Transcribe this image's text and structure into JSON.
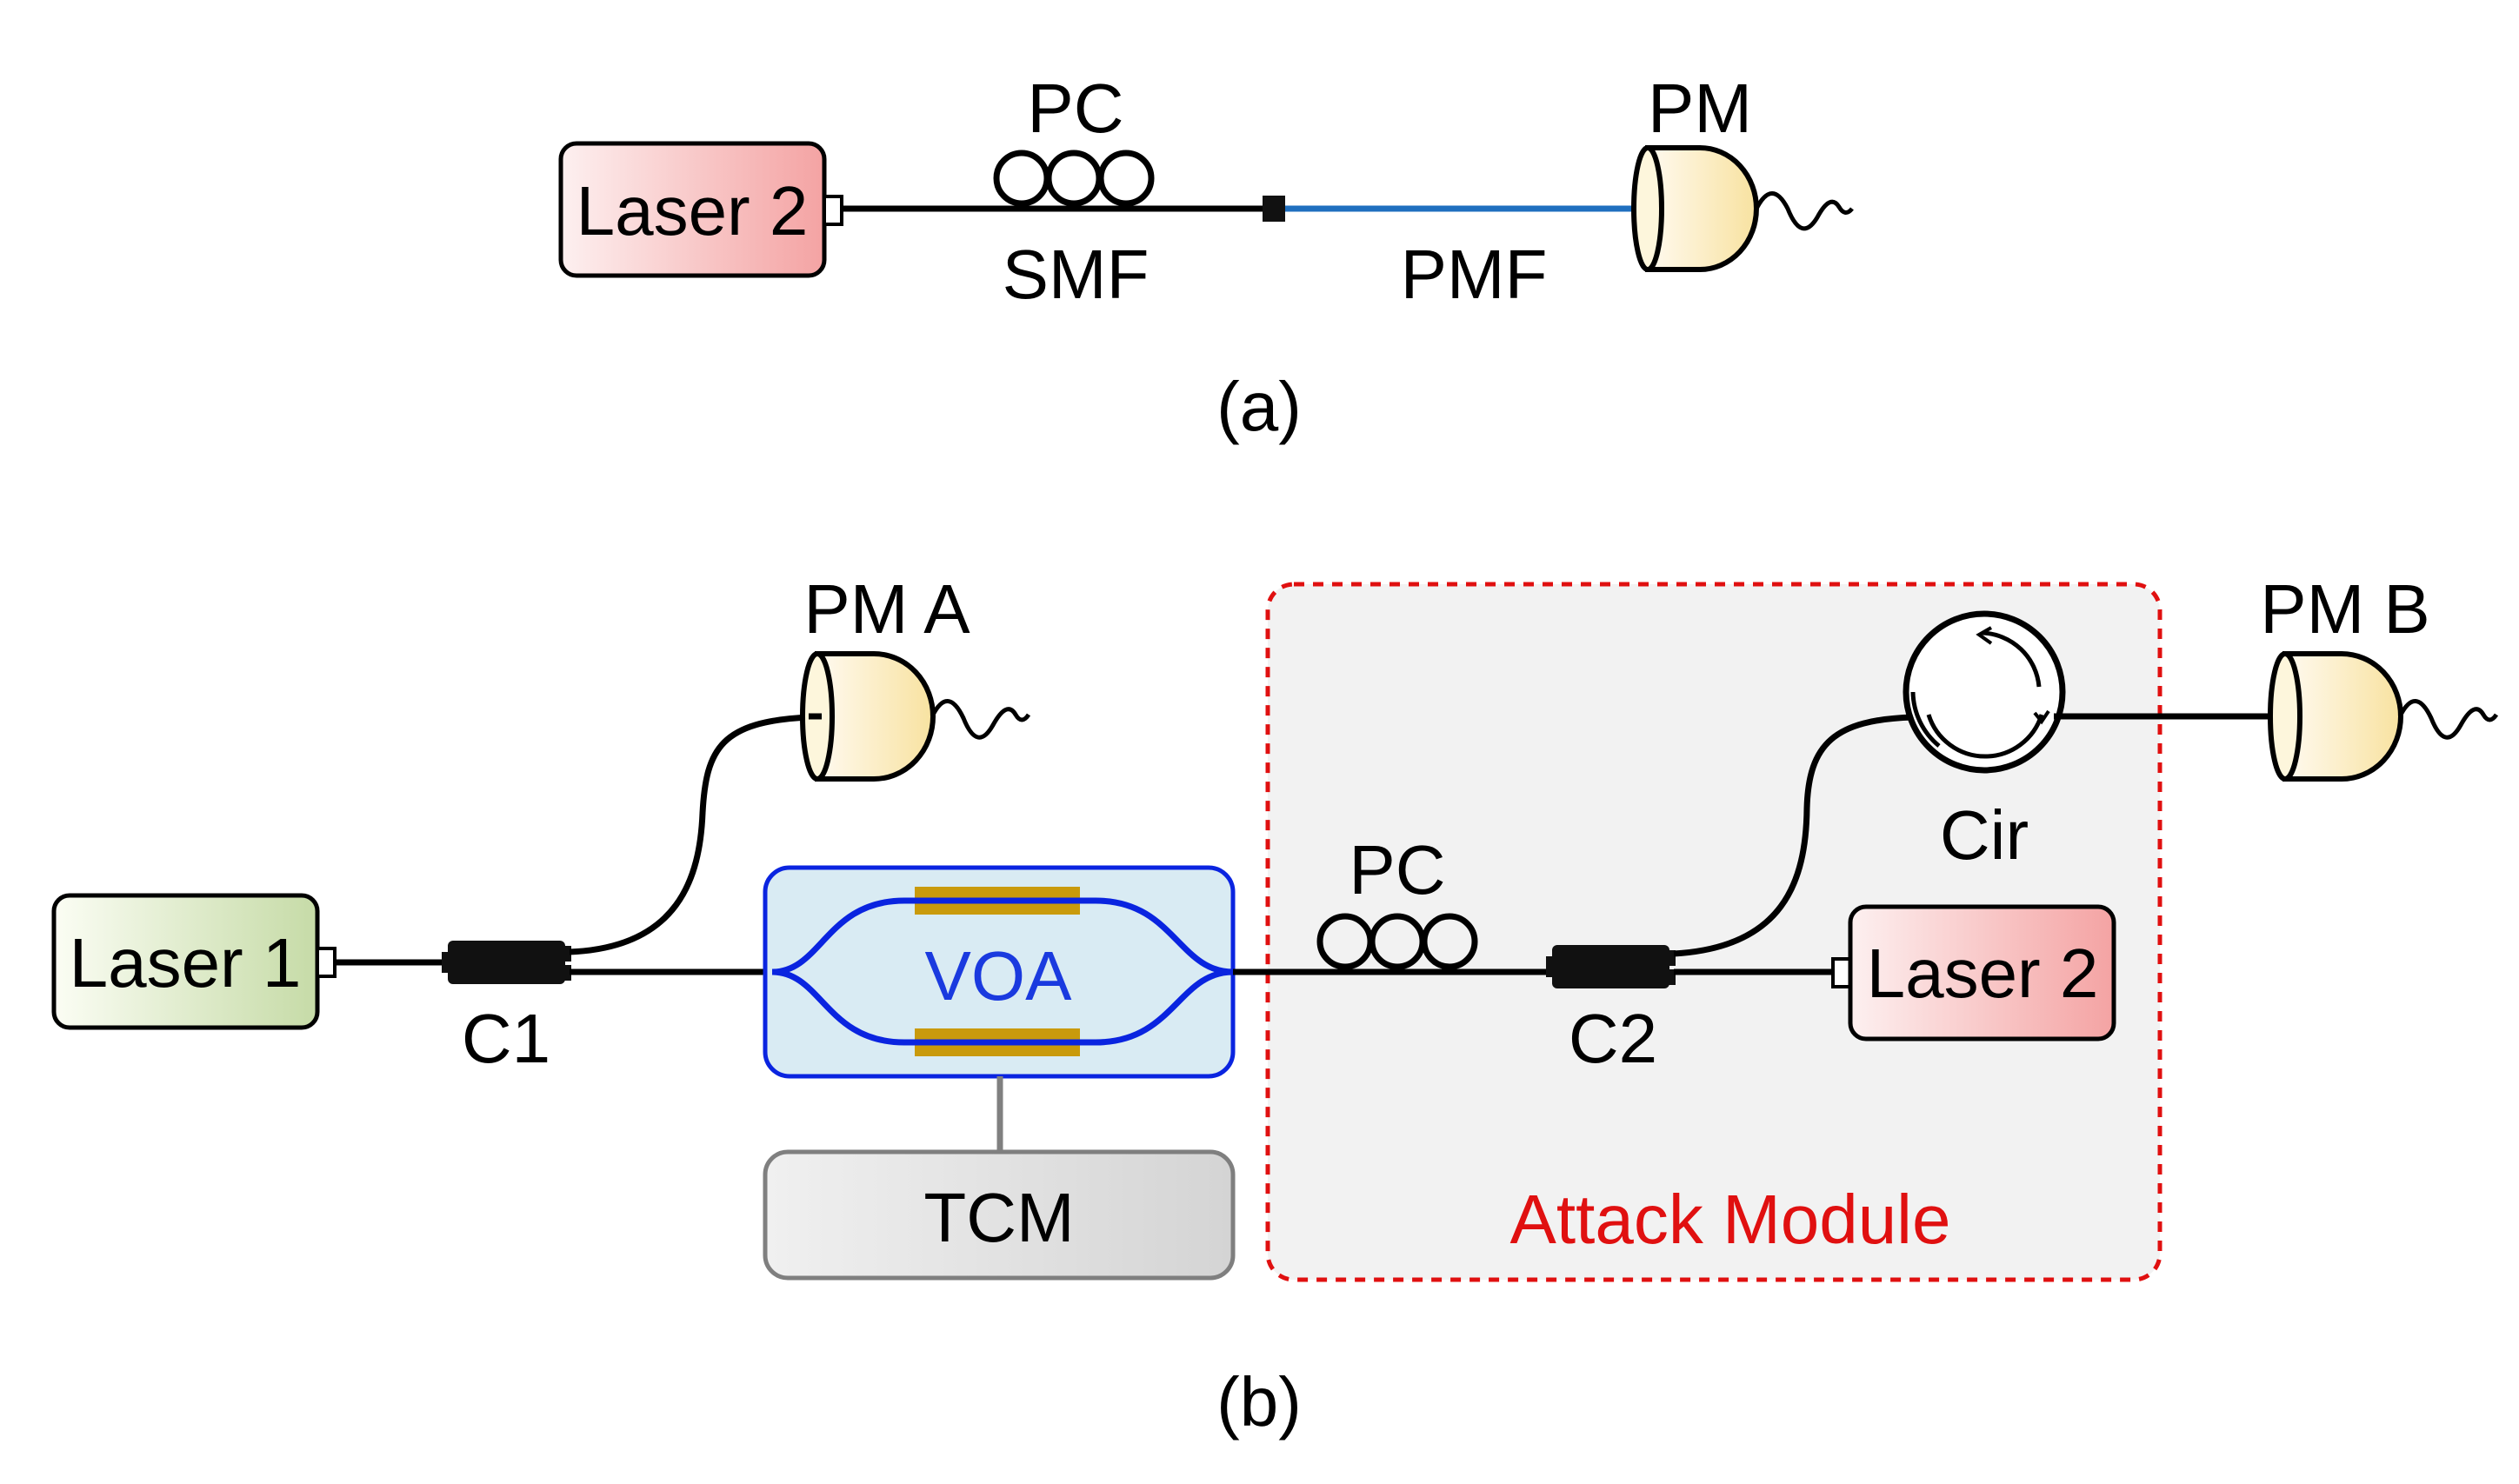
{
  "panel_a": {
    "caption": "(a)",
    "laser_label": "Laser 2",
    "pc_label": "PC",
    "smf_label": "SMF",
    "pmf_label": "PMF",
    "pm_label": "PM"
  },
  "panel_b": {
    "caption": "(b)",
    "laser1_label": "Laser 1",
    "c1_label": "C1",
    "pm_a_label": "PM A",
    "voa_label": "VOA",
    "tcm_label": "TCM",
    "pc_label": "PC",
    "c2_label": "C2",
    "cir_label": "Cir",
    "laser2_label": "Laser 2",
    "pm_b_label": "PM B",
    "attack_module_label": "Attack Module"
  },
  "colors": {
    "fiber": "#000000",
    "pmf_fiber": "#1f6fbf",
    "laser2_fill_start": "#fdf0f0",
    "laser2_fill_end": "#f4a3a3",
    "laser1_fill_start": "#fbfdf4",
    "laser1_fill_end": "#c6dba7",
    "pm_fill": "#fdf1c9",
    "voa_fill": "#d9ebf3",
    "voa_border": "#0a24e0",
    "voa_text": "#1a3adf",
    "heater": "#c99a0c",
    "tcm_fill": "#e2e2e2",
    "tcm_border": "#7f7f7f",
    "attack_border": "#e01010",
    "attack_fill": "#f2f2f2",
    "attack_text": "#e01010"
  }
}
